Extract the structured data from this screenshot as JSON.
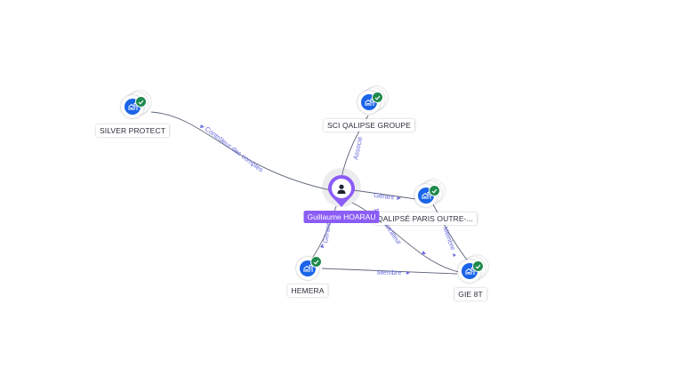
{
  "colors": {
    "company_node": "#1a64e8",
    "verified_badge": "#1f8a4c",
    "person_node": "#8b5cf6",
    "edge_line": "#5b6478",
    "edge_label": "#6b6be0"
  },
  "person": {
    "name": "Guillaume HOARAU",
    "icon": "person-icon"
  },
  "companies": [
    {
      "id": "silver",
      "name": "SILVER PROTECT",
      "icon": "building-icon",
      "verified": true
    },
    {
      "id": "sci",
      "name": "SCI QALIPSE GROUPE",
      "icon": "building-icon",
      "verified": true
    },
    {
      "id": "qalipse",
      "name": "QALIPSÉ PARIS OUTRE-...",
      "icon": "building-icon",
      "verified": true
    },
    {
      "id": "hemera",
      "name": "HEMERA",
      "icon": "building-icon",
      "verified": true
    },
    {
      "id": "gie",
      "name": "GIE 8T",
      "icon": "building-icon",
      "verified": true
    }
  ],
  "edges": [
    {
      "from": "person",
      "to": "silver",
      "label": "Contrôleur des comptes"
    },
    {
      "from": "person",
      "to": "sci",
      "label": "Associé"
    },
    {
      "from": "person",
      "to": "qalipse",
      "label": "Gérant"
    },
    {
      "from": "person",
      "to": "hemera",
      "label": "Gérant"
    },
    {
      "from": "person",
      "to": "gie",
      "label": "Administrateur"
    },
    {
      "from": "qalipse",
      "to": "gie",
      "label": "Membre"
    },
    {
      "from": "hemera",
      "to": "gie",
      "label": "Membre"
    }
  ]
}
